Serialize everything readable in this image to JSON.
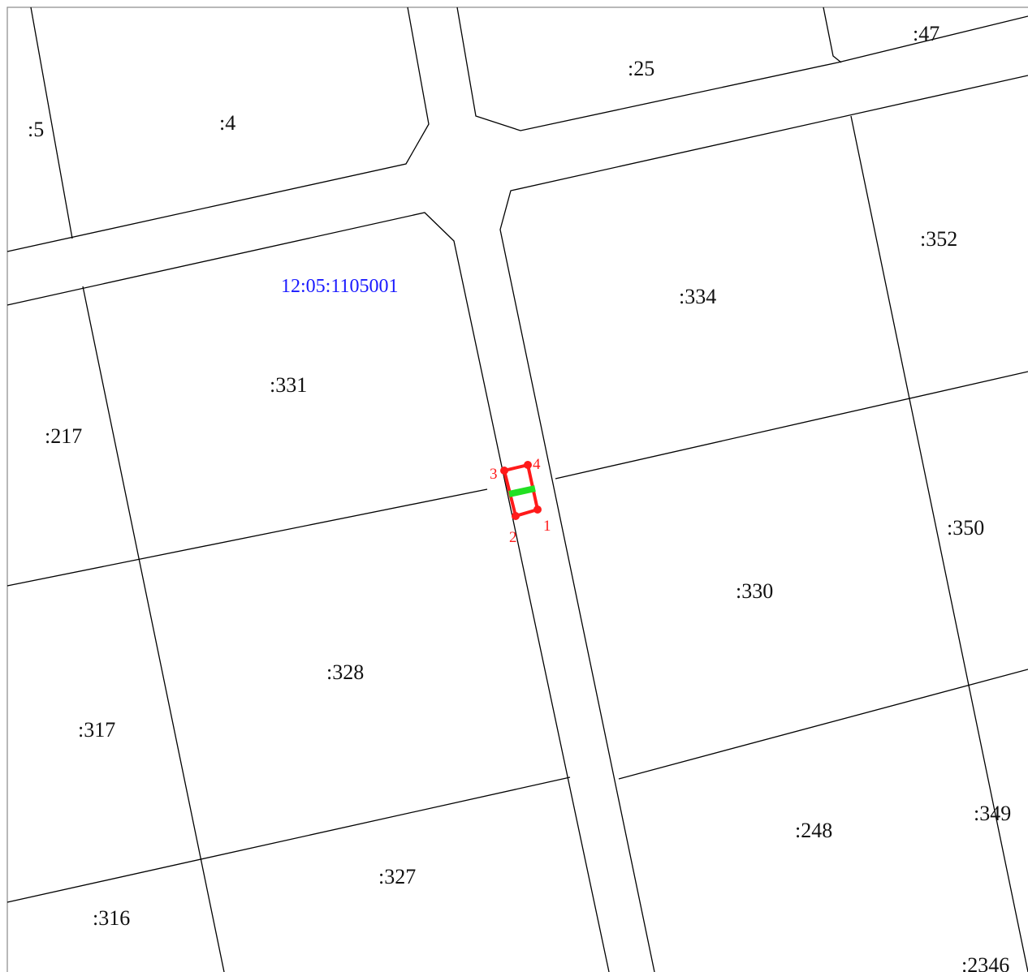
{
  "colors": {
    "background": "#ffffff",
    "boundary": "#000000",
    "block_number": "#1a1aff",
    "target_parcel": "#ff1a1a",
    "target_segment": "#22e022"
  },
  "block_number": "12:05:1105001",
  "parcel_labels": {
    "p5": ":5",
    "p4": ":4",
    "p25": ":25",
    "p47": ":47",
    "p352": ":352",
    "p334": ":334",
    "p331": ":331",
    "p217": ":217",
    "p350": ":350",
    "p330": ":330",
    "p328": ":328",
    "p317": ":317",
    "p349": ":349",
    "p248": ":248",
    "p327": ":327",
    "p316": ":316",
    "p2346": ":2346"
  },
  "target_parcel": {
    "vertex_labels": [
      "1",
      "2",
      "3",
      "4"
    ]
  }
}
